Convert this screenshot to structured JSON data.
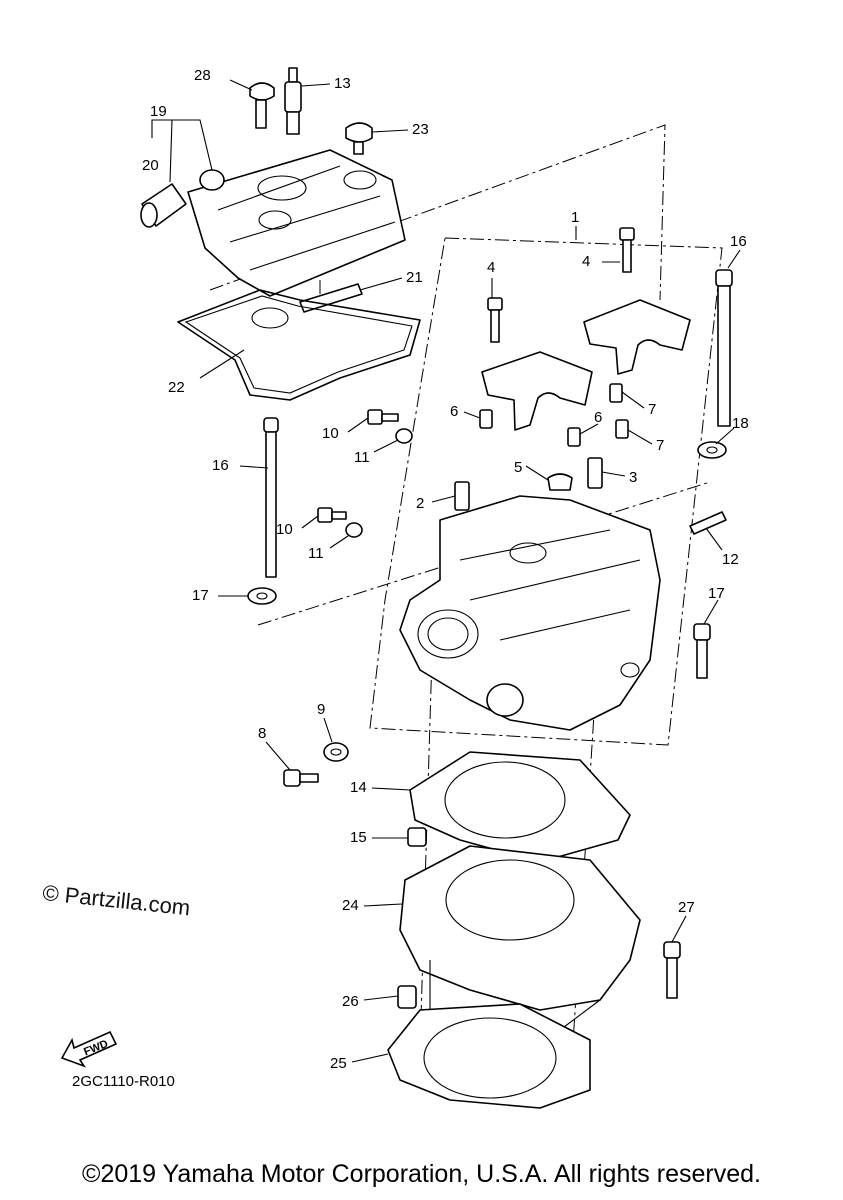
{
  "labels": [
    {
      "id": "1",
      "text": "1"
    },
    {
      "id": "2",
      "text": "2"
    },
    {
      "id": "3",
      "text": "3"
    },
    {
      "id": "4a",
      "text": "4"
    },
    {
      "id": "4b",
      "text": "4"
    },
    {
      "id": "5",
      "text": "5"
    },
    {
      "id": "6a",
      "text": "6"
    },
    {
      "id": "6b",
      "text": "6"
    },
    {
      "id": "7a",
      "text": "7"
    },
    {
      "id": "7b",
      "text": "7"
    },
    {
      "id": "8",
      "text": "8"
    },
    {
      "id": "9",
      "text": "9"
    },
    {
      "id": "10a",
      "text": "10"
    },
    {
      "id": "10b",
      "text": "10"
    },
    {
      "id": "11a",
      "text": "11"
    },
    {
      "id": "11b",
      "text": "11"
    },
    {
      "id": "12",
      "text": "12"
    },
    {
      "id": "13",
      "text": "13"
    },
    {
      "id": "14",
      "text": "14"
    },
    {
      "id": "15",
      "text": "15"
    },
    {
      "id": "16a",
      "text": "16"
    },
    {
      "id": "16b",
      "text": "16"
    },
    {
      "id": "17a",
      "text": "17"
    },
    {
      "id": "17b",
      "text": "17"
    },
    {
      "id": "18",
      "text": "18"
    },
    {
      "id": "19",
      "text": "19"
    },
    {
      "id": "20",
      "text": "20"
    },
    {
      "id": "21",
      "text": "21"
    },
    {
      "id": "22",
      "text": "22"
    },
    {
      "id": "23",
      "text": "23"
    },
    {
      "id": "24",
      "text": "24"
    },
    {
      "id": "25",
      "text": "25"
    },
    {
      "id": "26",
      "text": "26"
    },
    {
      "id": "27",
      "text": "27"
    },
    {
      "id": "28",
      "text": "28"
    }
  ],
  "watermark": "© Partzilla.com",
  "fwd_label": "FWD",
  "diagram_code": "2GC1110-R010",
  "copyright": "©2019 Yamaha Motor Corporation, U.S.A. All rights reserved."
}
